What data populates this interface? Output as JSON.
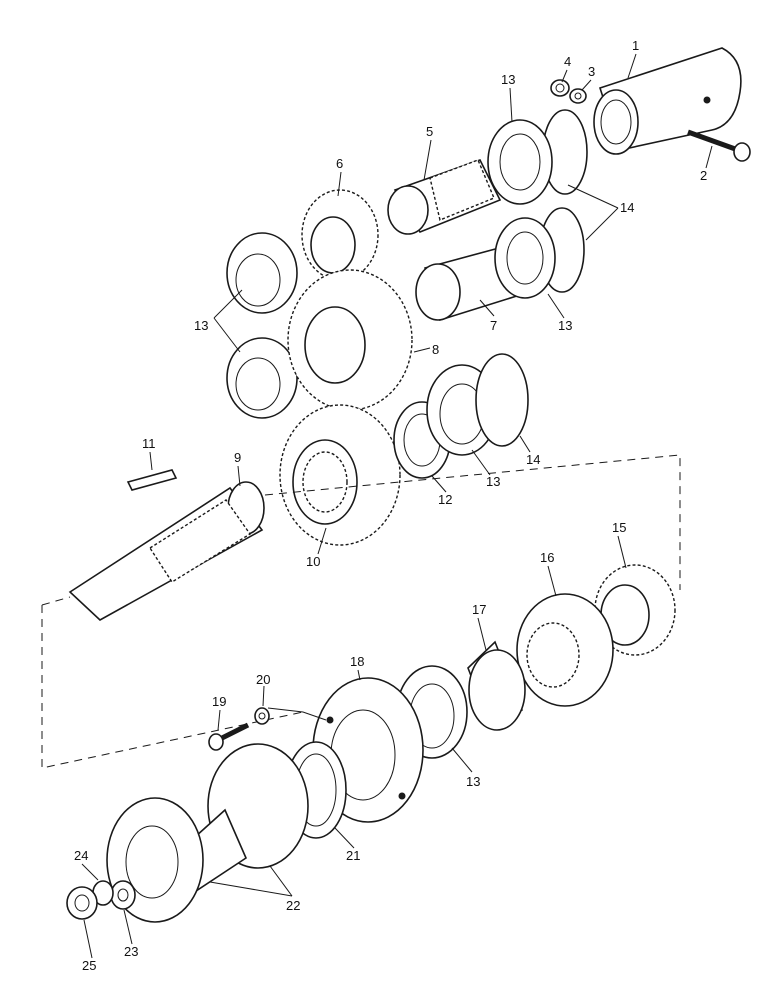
{
  "diagram": {
    "part_labels": [
      "1",
      "2",
      "3",
      "4",
      "5",
      "6",
      "7",
      "8",
      "9",
      "10",
      "11",
      "12",
      "13",
      "14",
      "15",
      "16",
      "17",
      "18",
      "19",
      "20",
      "21",
      "22",
      "23",
      "24",
      "25"
    ]
  }
}
